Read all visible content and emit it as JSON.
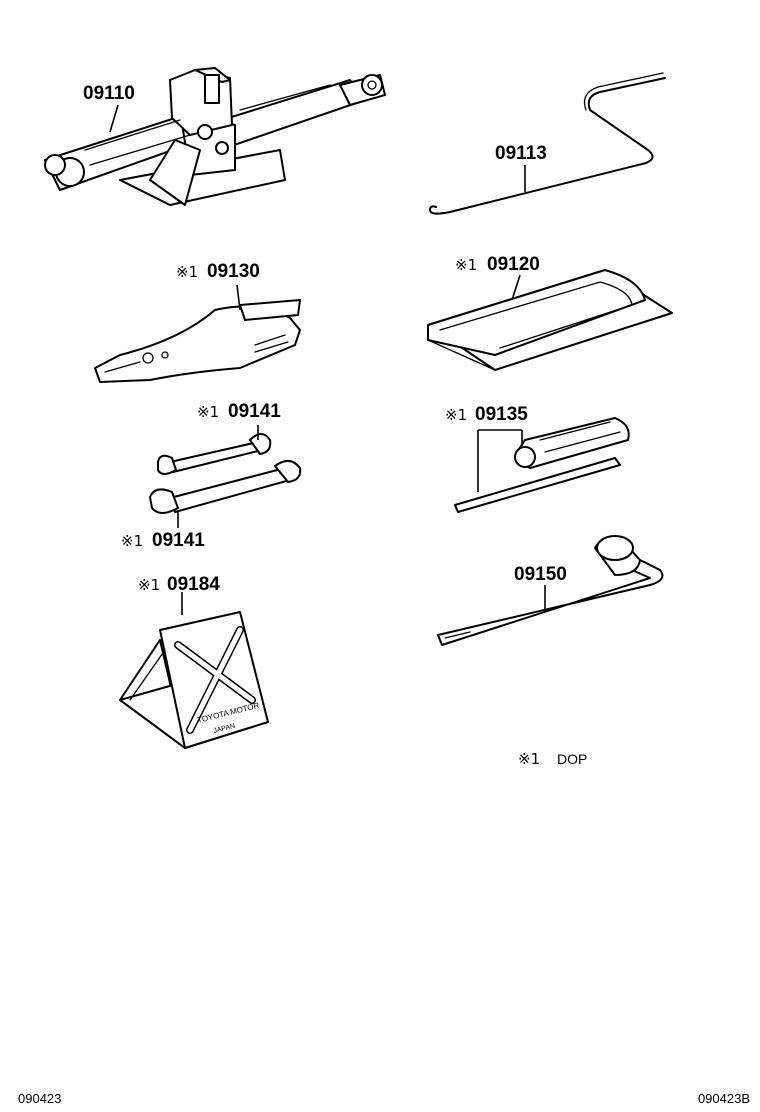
{
  "callouts": {
    "jack": {
      "mark": "",
      "part_no": "09110"
    },
    "jack_handle": {
      "mark": "",
      "part_no": "09113"
    },
    "pliers": {
      "mark": "※1",
      "part_no": "09130"
    },
    "tool_bag": {
      "mark": "※1",
      "part_no": "09120"
    },
    "wrench_small": {
      "mark": "※1",
      "part_no": "09141"
    },
    "wrench_large": {
      "mark": "※1",
      "part_no": "09141"
    },
    "screwdriver": {
      "mark": "※1",
      "part_no": "09135"
    },
    "lug_wrench": {
      "mark": "",
      "part_no": "09150"
    },
    "wheel_chock": {
      "mark": "※1",
      "part_no": "09184"
    }
  },
  "chock_print": {
    "line1": "TOYOTA MOTOR",
    "line2": "JAPAN"
  },
  "legend": {
    "mark": "※1",
    "text": "DOP"
  },
  "footer": {
    "left_code": "090423",
    "right_code": "090423B"
  }
}
